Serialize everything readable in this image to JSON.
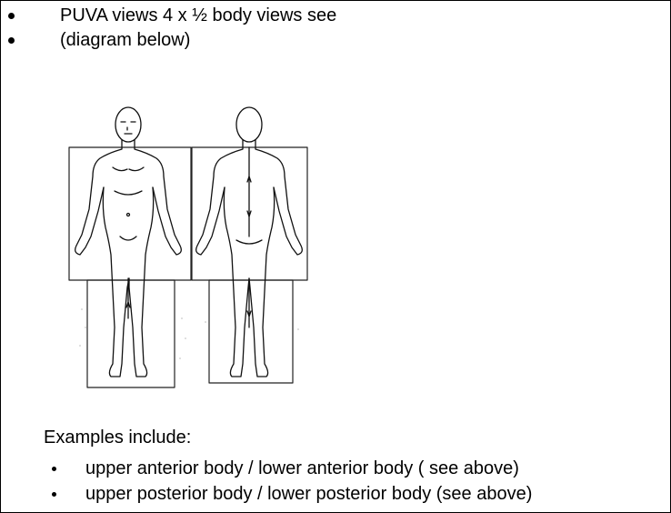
{
  "top_bullets": [
    "PUVA  views 4 x ½ body views see",
    "(diagram below)"
  ],
  "examples_heading": "Examples include:",
  "example_items": [
    "upper anterior body / lower anterior body ( see above)",
    "upper posterior body / lower posterior body (see above)"
  ],
  "figure": {
    "description_icon": "body-outline-icon",
    "views": [
      "anterior",
      "posterior"
    ]
  }
}
